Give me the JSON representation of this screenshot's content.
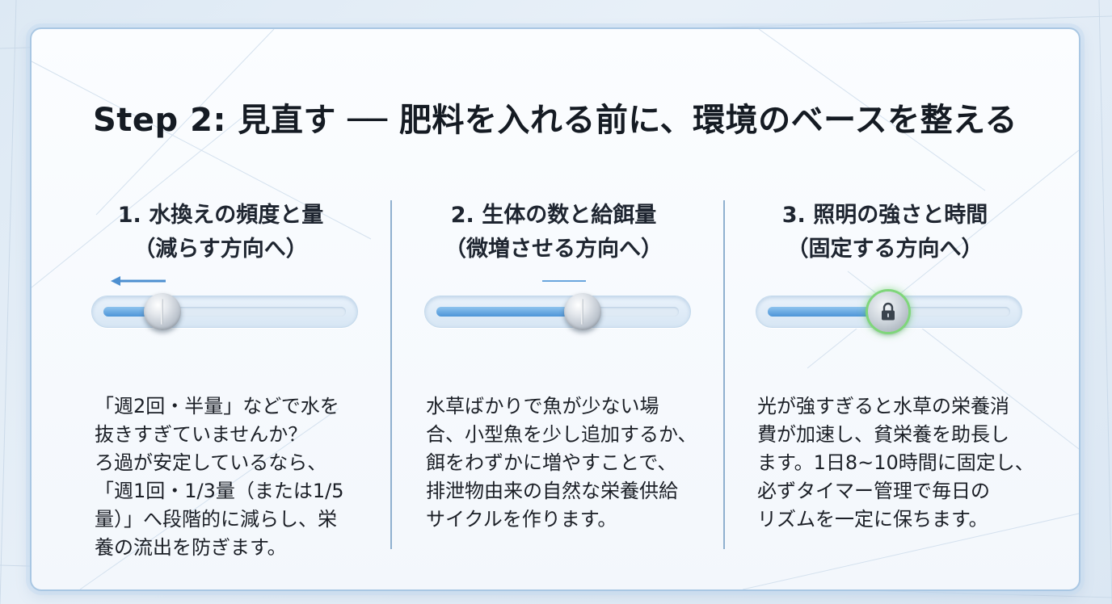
{
  "title": "Step 2: 見直す ── 肥料を入れる前に、環境のベースを整える",
  "columns": [
    {
      "heading_line1": "1. 水換えの頻度と量",
      "heading_line2": "（減らす方向へ）",
      "slider": {
        "direction": "left",
        "level": 0.22,
        "locked": false
      },
      "body_lines": [
        "「週2回・半量」などで水を",
        "抜きすぎていませんか？",
        "ろ過が安定しているなら、",
        "「週1回・1/3量（または1/5",
        "量）」へ段階的に減らし、栄",
        "養の流出を防ぎます。"
      ]
    },
    {
      "heading_line1": "2. 生体の数と給餌量",
      "heading_line2": "（微増させる方向へ）",
      "slider": {
        "direction": "slight",
        "level": 0.6,
        "locked": false
      },
      "body_lines": [
        "水草ばかりで魚が少ない場",
        "合、小型魚を少し追加するか、",
        "餌をわずかに増やすことで、",
        "排泄物由来の自然な栄養供給",
        "サイクルを作ります。"
      ]
    },
    {
      "heading_line1": "3. 照明の強さと時間",
      "heading_line2": "（固定する方向へ）",
      "slider": {
        "direction": "none",
        "level": 0.48,
        "locked": true,
        "lock_icon": "padlock-icon"
      },
      "body_lines": [
        "光が強すぎると水草の栄養消",
        "費が加速し、貧栄養を助長し",
        "ます。1日8~10時間に固定し、",
        "必ずタイマー管理で毎日の",
        "リズムを一定に保ちます。"
      ]
    }
  ],
  "colors": {
    "accent_blue": "#4d95d8",
    "lock_glow_green": "#7fd67a",
    "divider": "#8fb0cf",
    "text": "#1b1f26"
  }
}
